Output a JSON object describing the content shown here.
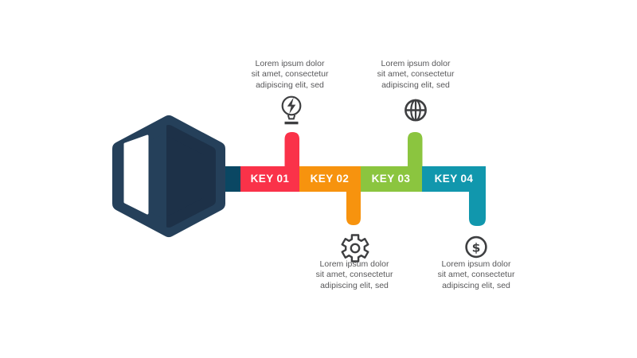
{
  "title": "Key infographic with 4 options",
  "colors": {
    "background": "#ffffff",
    "label_text": "#ffffff",
    "body_text": "#58585a",
    "icon": "#3e3f41"
  },
  "key": {
    "head_color": "#25405a",
    "inner_color": "#1d3148",
    "highlight_color": "#ffffff",
    "collar_color": "#0a4763"
  },
  "segments": [
    {
      "label": "KEY 01",
      "color": "#fa3249",
      "tooth": "up"
    },
    {
      "label": "KEY 02",
      "color": "#f7930e",
      "tooth": "down"
    },
    {
      "label": "KEY 03",
      "color": "#8bc53f",
      "tooth": "up"
    },
    {
      "label": "KEY 04",
      "color": "#1197ad",
      "tooth": "down"
    }
  ],
  "callouts": [
    {
      "position": "top",
      "icon": "lightbulb-bolt-icon",
      "lines": [
        "Lorem ipsum dolor",
        "sit amet, consectetur",
        "adipiscing elit, sed"
      ]
    },
    {
      "position": "top",
      "icon": "globe-icon",
      "lines": [
        "Lorem ipsum dolor",
        "sit amet, consectetur",
        "adipiscing elit, sed"
      ]
    },
    {
      "position": "bottom",
      "icon": "gear-icon",
      "lines": [
        "Lorem ipsum dolor",
        "sit amet, consectetur",
        "adipiscing elit, sed"
      ]
    },
    {
      "position": "bottom",
      "icon": "dollar-circle-icon",
      "glyph": "$",
      "lines": [
        "Lorem ipsum dolor",
        "sit amet, consectetur",
        "adipiscing elit, sed"
      ]
    }
  ]
}
